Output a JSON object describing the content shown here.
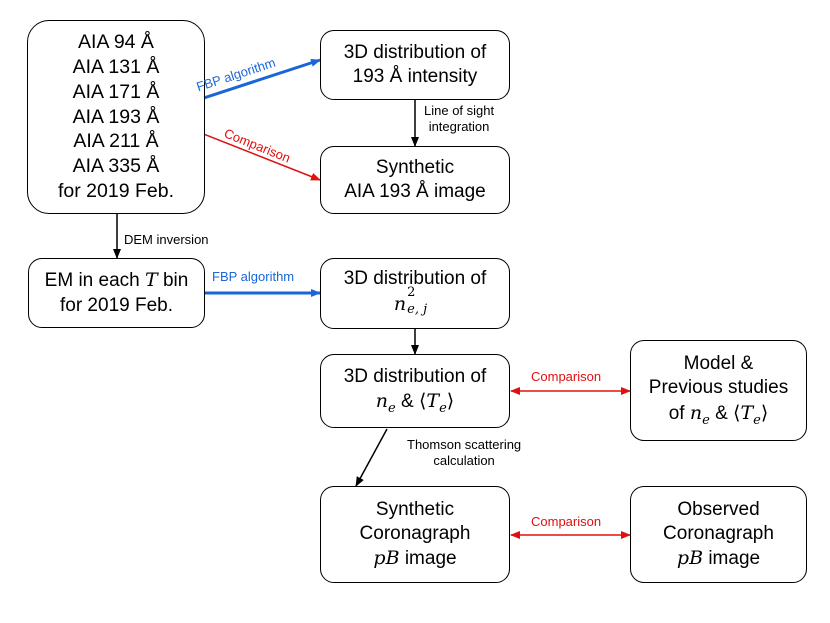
{
  "boxes": {
    "aia_channels": {
      "lines": [
        "AIA 94 Å",
        "AIA 131 Å",
        "AIA 171 Å",
        "AIA 193 Å",
        "AIA 211 Å",
        "AIA 335 Å",
        "for 2019 Feb."
      ]
    },
    "dist_193": {
      "lines": [
        "3D distribution of",
        "193 Å intensity"
      ]
    },
    "synthetic_aia": {
      "lines": [
        "Synthetic",
        "AIA 193 Å image"
      ]
    },
    "em_bin": {
      "line1_pre": "EM in each ",
      "line1_var": "T",
      "line1_post": " bin",
      "line2": "for 2019 Feb."
    },
    "dist_ne2": {
      "line1": "3D distribution of",
      "var": "n",
      "sup": "2",
      "sub": "e, j"
    },
    "dist_ne_te": {
      "line1": "3D distribution of",
      "ne_var": "n",
      "ne_sub": "e",
      "amp": " & ",
      "lang": "⟨",
      "te_var": "T",
      "te_sub": "e",
      "rang": "⟩"
    },
    "model": {
      "line1": "Model &",
      "line2": "Previous studies",
      "of": "of ",
      "ne_var": "n",
      "ne_sub": "e",
      "amp": " & ",
      "lang": "⟨",
      "te_var": "T",
      "te_sub": "e",
      "rang": "⟩"
    },
    "synthetic_coronagraph": {
      "line1": "Synthetic",
      "line2": "Coronagraph",
      "pb_var": "pB",
      "pb_word": " image"
    },
    "observed_coronagraph": {
      "line1": "Observed",
      "line2": "Coronagraph",
      "pb_var": "pB",
      "pb_word": " image"
    }
  },
  "labels": {
    "fbp_top": "FBP algorithm",
    "comparison_top": "Comparison",
    "line_of_sight": [
      "Line of sight",
      "integration"
    ],
    "dem_inversion": "DEM inversion",
    "fbp_mid": "FBP algorithm",
    "comparison_model": "Comparison",
    "thomson": [
      "Thomson scattering",
      "calculation"
    ],
    "comparison_pb": "Comparison"
  },
  "colors": {
    "fbp": "#1a66d8",
    "comparison": "#e01010",
    "flow": "#000000"
  }
}
